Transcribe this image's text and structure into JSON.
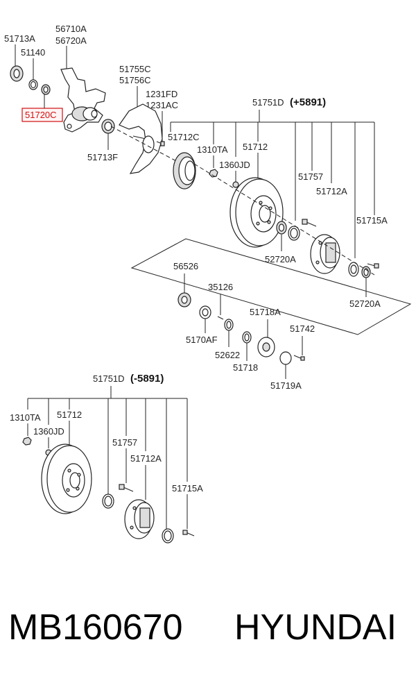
{
  "labels": {
    "p51713A": "51713A",
    "p51140": "51140",
    "p56710A": "56710A",
    "p56720A": "56720A",
    "p51720C": "51720C",
    "p51713F": "51713F",
    "p51755C": "51755C",
    "p51756C": "51756C",
    "p1231FD": "1231FD",
    "p1231AC": "1231AC",
    "p51751D_top": "51751D",
    "p51751D_top_suffix": "(+5891)",
    "p51712C": "51712C",
    "p1310TA_top": "1310TA",
    "p51712_top": "51712",
    "p1360JD_top": "1360JD",
    "p51757_top": "51757",
    "p51712A_top": "51712A",
    "p51715A_top": "51715A",
    "p52720A_1": "52720A",
    "p52720A_2": "52720A",
    "p56526": "56526",
    "p35126": "35126",
    "p51718A": "51718A",
    "p51742": "51742",
    "p5170AF": "5170AF",
    "p52622": "52622",
    "p51718": "51718",
    "p51719A": "51719A",
    "p51751D_bot": "51751D",
    "p51751D_bot_suffix": "(-5891)",
    "p1310TA_bot": "1310TA",
    "p51712_bot": "51712",
    "p1360JD_bot": "1360JD",
    "p51757_bot": "51757",
    "p51712A_bot": "51712A",
    "p51715A_bot": "51715A"
  },
  "highlight_color": "#d01010",
  "footer": {
    "part_number": "MB160670",
    "brand": "HYUNDAI"
  }
}
